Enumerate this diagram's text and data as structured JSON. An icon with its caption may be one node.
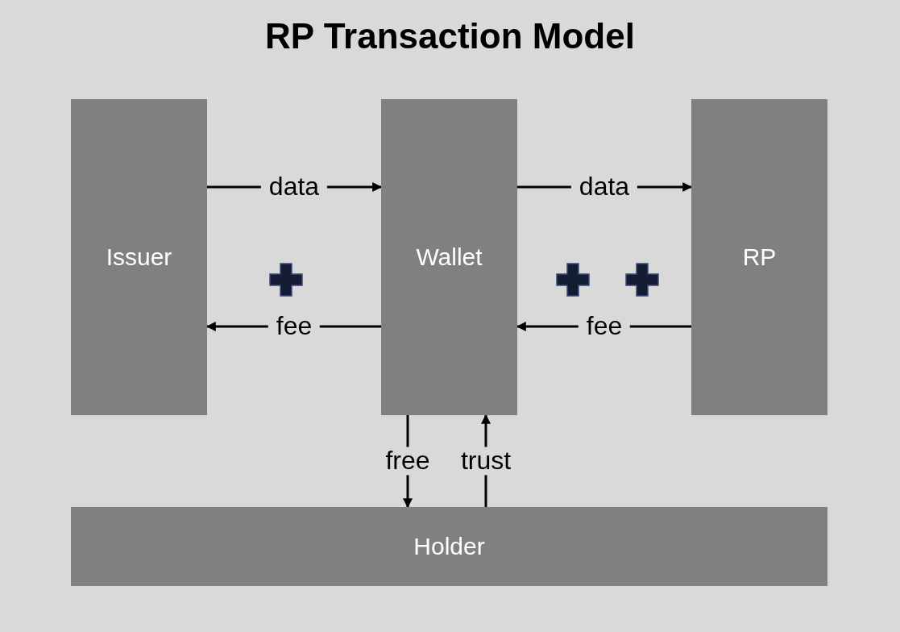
{
  "diagram": {
    "title": "RP Transaction Model",
    "nodes": [
      {
        "text": [
          "Issuer"
        ]
      },
      {
        "text": [
          "Wallet"
        ]
      },
      {
        "text": [
          "RP"
        ]
      },
      {
        "text": [
          "Holder"
        ]
      }
    ],
    "edges": [
      {
        "from": 0,
        "to": 1,
        "arrow": "to",
        "label": "data"
      },
      {
        "from": 1,
        "to": 0,
        "arrow": "to",
        "label": "fee"
      },
      {
        "from": 1,
        "to": 2,
        "arrow": "to",
        "label": "data"
      },
      {
        "from": 2,
        "to": 1,
        "arrow": "to",
        "label": "fee"
      },
      {
        "from": 1,
        "to": 3,
        "arrow": "to",
        "label": "free"
      },
      {
        "from": 3,
        "to": 1,
        "arrow": "to",
        "label": "trust"
      }
    ]
  }
}
